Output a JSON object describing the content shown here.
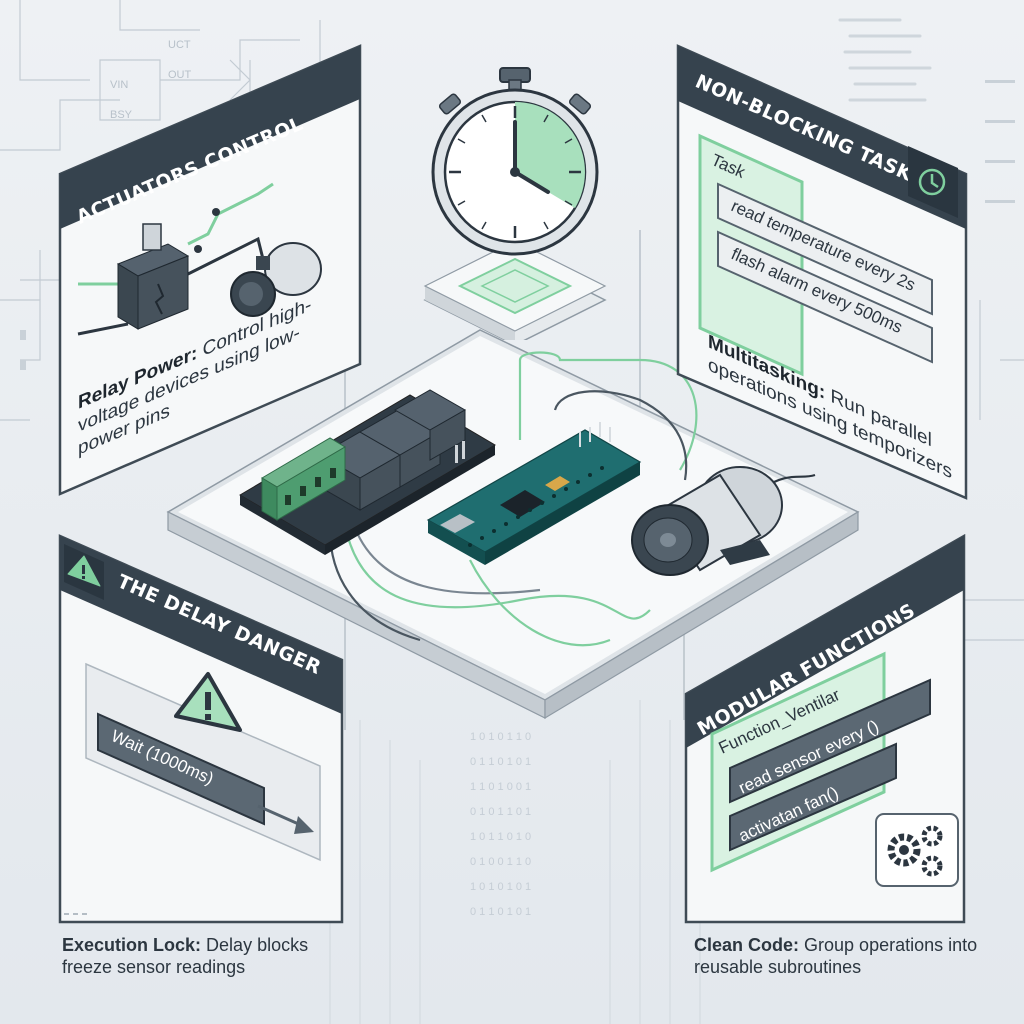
{
  "actuators": {
    "title": "ACTUATORS CONTROL",
    "desc_bold": "Relay Power:",
    "desc_text": "Control high-voltage devices using low-power pins"
  },
  "nonblocking": {
    "title": "NON-BLOCKING TASKS",
    "task_label": "Task",
    "task_items": [
      "read temperature every 2s",
      "flash alarm every 500ms"
    ],
    "desc_bold": "Multitasking:",
    "desc_text": "Run parallel operations using temporizers"
  },
  "delay": {
    "title": "THE DELAY DANGER",
    "block_text": "Wait (1000ms)",
    "desc_bold": "Execution Lock:",
    "desc_text": "Delay blocks freeze sensor readings"
  },
  "modular": {
    "title": "MODULAR FUNCTIONS",
    "function_label": "Function_Ventilar",
    "function_items": [
      "read sensor every ()",
      "activatan fan()"
    ],
    "desc_bold": "Clean Code:",
    "desc_text": "Group operations into reusable subroutines"
  },
  "schematic_labels": {
    "vin": "VIN",
    "uct": "UCT",
    "out": "OUT",
    "bsy": "BSY"
  },
  "colors": {
    "accent_green": "#7fcf9e",
    "header_dark": "#36434e",
    "panel_bg": "#f6f8f9",
    "board_teal": "#1f6e70"
  },
  "icons": [
    "clock-icon",
    "warning-icon",
    "gears-icon",
    "stopwatch-icon"
  ]
}
